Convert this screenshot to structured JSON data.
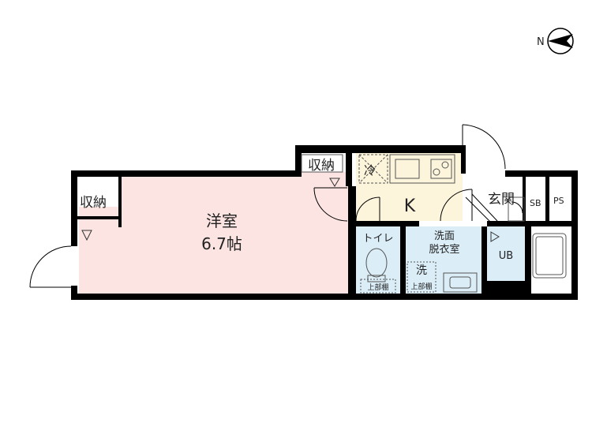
{
  "compass": {
    "north_label": "N"
  },
  "rooms": {
    "western_room": {
      "name": "洋室",
      "size": "6.7帖"
    },
    "kitchen": {
      "name": "K"
    },
    "entrance": {
      "name": "玄関"
    },
    "toilet": {
      "name": "トイレ"
    },
    "washroom": {
      "name_line1": "洗面",
      "name_line2": "脱衣室"
    },
    "bath": {
      "name": "UB"
    }
  },
  "storage": {
    "closet_left": "収納",
    "closet_top": "収納",
    "shoe_box": "SB",
    "pipe_space": "PS"
  },
  "fixtures": {
    "fridge": "冷",
    "washer": "洗",
    "toilet_shelf": "上部棚",
    "washer_shelf": "上部棚"
  },
  "colors": {
    "wall": "#000000",
    "western_room": "#fbe4e1",
    "kitchen": "#fdf4dc",
    "wet_area": "#dbeef8"
  }
}
